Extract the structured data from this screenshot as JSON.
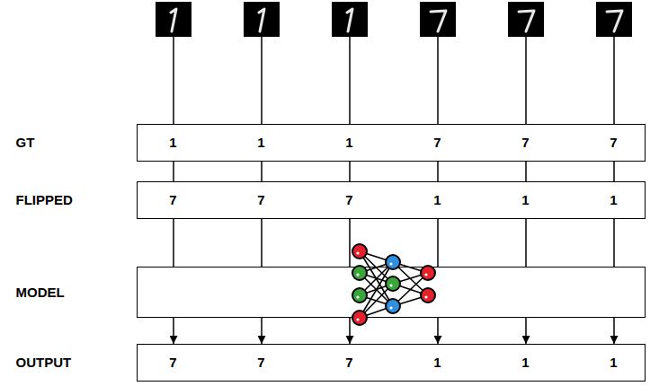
{
  "diagram": {
    "nodes": [
      {
        "text": [
          "GT",
          "1",
          "1",
          "1",
          "7",
          "7",
          "7"
        ]
      },
      {
        "text": [
          "FLIPPED",
          "7",
          "7",
          "7",
          "1",
          "1",
          "1"
        ]
      },
      {
        "text": [
          "MODEL"
        ]
      },
      {
        "text": [
          "OUTPUT",
          "7",
          "7",
          "7",
          "1",
          "1",
          "1"
        ]
      }
    ],
    "edges": [
      {
        "from": 0,
        "to": 1,
        "arrow": "none"
      },
      {
        "from": 0,
        "to": 1,
        "arrow": "none"
      },
      {
        "from": 0,
        "to": 1,
        "arrow": "none"
      },
      {
        "from": 0,
        "to": 1,
        "arrow": "none"
      },
      {
        "from": 0,
        "to": 1,
        "arrow": "none"
      },
      {
        "from": 0,
        "to": 1,
        "arrow": "none"
      },
      {
        "from": 1,
        "to": 2,
        "arrow": "none"
      },
      {
        "from": 1,
        "to": 2,
        "arrow": "none"
      },
      {
        "from": 1,
        "to": 2,
        "arrow": "none"
      },
      {
        "from": 1,
        "to": 2,
        "arrow": "none"
      },
      {
        "from": 1,
        "to": 2,
        "arrow": "none"
      },
      {
        "from": 1,
        "to": 2,
        "arrow": "none"
      },
      {
        "from": 2,
        "to": 3,
        "arrow": "to"
      },
      {
        "from": 2,
        "to": 3,
        "arrow": "to"
      },
      {
        "from": 2,
        "to": 3,
        "arrow": "to"
      },
      {
        "from": 2,
        "to": 3,
        "arrow": "to"
      },
      {
        "from": 2,
        "to": 3,
        "arrow": "to"
      },
      {
        "from": 2,
        "to": 3,
        "arrow": "to"
      }
    ]
  }
}
